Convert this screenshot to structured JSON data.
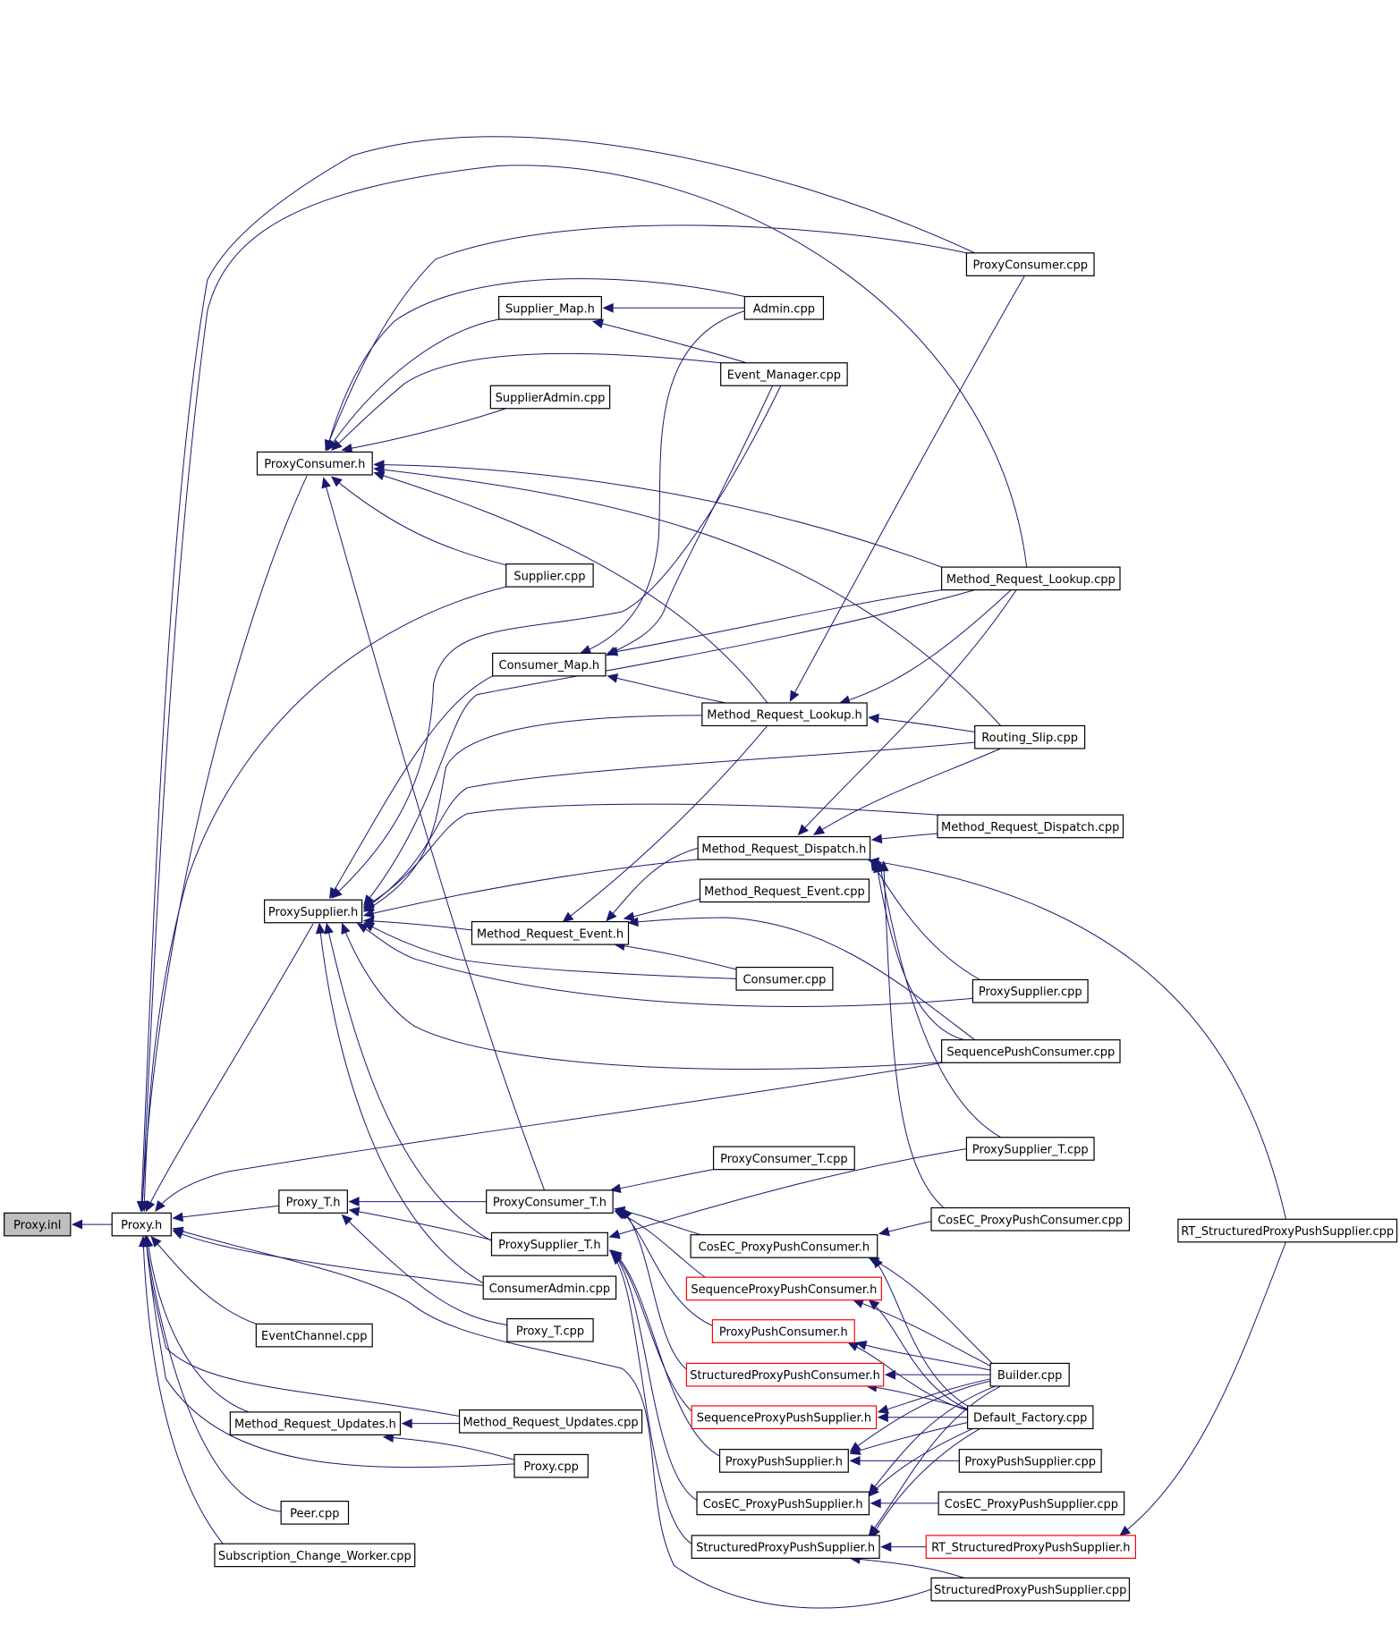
{
  "diagram": {
    "title": "",
    "node_labels": {
      "proxy_inl": "Proxy.inl",
      "proxy_h": "Proxy.h",
      "proxyconsumer_h": "ProxyConsumer.h",
      "proxysupplier_h": "ProxySupplier.h",
      "proxy_t_h": "Proxy_T.h",
      "eventchannel_cpp": "EventChannel.cpp",
      "mru_h": "Method_Request_Updates.h",
      "peer_cpp": "Peer.cpp",
      "scw_cpp": "Subscription_Change_Worker.cpp",
      "supplier_map_h": "Supplier_Map.h",
      "supplieradmin_cpp": "SupplierAdmin.cpp",
      "supplier_cpp": "Supplier.cpp",
      "consumer_map_h": "Consumer_Map.h",
      "mre_h": "Method_Request_Event.h",
      "proxyconsumer_t_h": "ProxyConsumer_T.h",
      "proxysupplier_t_h": "ProxySupplier_T.h",
      "consumeradmin_cpp": "ConsumerAdmin.cpp",
      "proxy_t_cpp": "Proxy_T.cpp",
      "mru_cpp": "Method_Request_Updates.cpp",
      "proxy_cpp": "Proxy.cpp",
      "admin_cpp": "Admin.cpp",
      "event_manager_cpp": "Event_Manager.cpp",
      "mrl_h": "Method_Request_Lookup.h",
      "mrd_h": "Method_Request_Dispatch.h",
      "mre_cpp": "Method_Request_Event.cpp",
      "consumer_cpp": "Consumer.cpp",
      "proxyconsumer_t_cpp": "ProxyConsumer_T.cpp",
      "cos_ppc_h": "CosEC_ProxyPushConsumer.h",
      "seq_ppc_h": "SequenceProxyPushConsumer.h",
      "ppc_h": "ProxyPushConsumer.h",
      "str_ppc_h": "StructuredProxyPushConsumer.h",
      "seq_pps_h": "SequenceProxyPushSupplier.h",
      "pps_h": "ProxyPushSupplier.h",
      "cos_pps_h": "CosEC_ProxyPushSupplier.h",
      "str_pps_h": "StructuredProxyPushSupplier.h",
      "proxyconsumer_cpp": "ProxyConsumer.cpp",
      "mrl_cpp": "Method_Request_Lookup.cpp",
      "routing_slip_cpp": "Routing_Slip.cpp",
      "mrd_cpp": "Method_Request_Dispatch.cpp",
      "proxysupplier_cpp": "ProxySupplier.cpp",
      "seqpushconsumer_cpp": "SequencePushConsumer.cpp",
      "proxysupplier_t_cpp": "ProxySupplier_T.cpp",
      "cos_ppc_cpp": "CosEC_ProxyPushConsumer.cpp",
      "builder_cpp": "Builder.cpp",
      "default_factory_cpp": "Default_Factory.cpp",
      "pps_cpp": "ProxyPushSupplier.cpp",
      "cos_pps_cpp": "CosEC_ProxyPushSupplier.cpp",
      "rt_str_pps_h": "RT_StructuredProxyPushSupplier.h",
      "str_pps_cpp": "StructuredProxyPushSupplier.cpp",
      "rt_str_pps_cpp": "RT_StructuredProxyPushSupplier.cpp"
    },
    "highlighted_node": "proxy_inl",
    "red_outlined_nodes": [
      "seq_ppc_h",
      "ppc_h",
      "str_ppc_h",
      "seq_pps_h",
      "rt_str_pps_h"
    ],
    "edge_color": "#191970",
    "edges": [
      [
        "proxy_h",
        "proxy_inl"
      ],
      [
        "proxyconsumer_h",
        "proxy_h"
      ],
      [
        "proxysupplier_h",
        "proxy_h"
      ],
      [
        "proxy_t_h",
        "proxy_h"
      ],
      [
        "eventchannel_cpp",
        "proxy_h"
      ],
      [
        "mru_h",
        "proxy_h"
      ],
      [
        "peer_cpp",
        "proxy_h"
      ],
      [
        "scw_cpp",
        "proxy_h"
      ],
      [
        "consumeradmin_cpp",
        "proxy_h"
      ],
      [
        "mru_cpp",
        "proxy_h"
      ],
      [
        "proxy_cpp",
        "proxy_h"
      ],
      [
        "proxyconsumer_cpp",
        "proxy_h"
      ],
      [
        "mrl_cpp",
        "proxy_h"
      ],
      [
        "seqpushconsumer_cpp",
        "proxy_h"
      ],
      [
        "str_pps_cpp",
        "proxy_h"
      ],
      [
        "supplier_cpp",
        "proxy_h"
      ],
      [
        "supplier_map_h",
        "proxyconsumer_h"
      ],
      [
        "supplieradmin_cpp",
        "proxyconsumer_h"
      ],
      [
        "supplier_cpp",
        "proxyconsumer_h"
      ],
      [
        "admin_cpp",
        "proxyconsumer_h"
      ],
      [
        "event_manager_cpp",
        "proxyconsumer_h"
      ],
      [
        "proxyconsumer_cpp",
        "proxyconsumer_h"
      ],
      [
        "mrl_cpp",
        "proxyconsumer_h"
      ],
      [
        "routing_slip_cpp",
        "proxyconsumer_h"
      ],
      [
        "mrl_h",
        "proxyconsumer_h"
      ],
      [
        "proxyconsumer_t_h",
        "proxyconsumer_h"
      ],
      [
        "consumer_map_h",
        "proxysupplier_h"
      ],
      [
        "mre_h",
        "proxysupplier_h"
      ],
      [
        "mrl_h",
        "proxysupplier_h"
      ],
      [
        "mrd_h",
        "proxysupplier_h"
      ],
      [
        "consumer_cpp",
        "proxysupplier_h"
      ],
      [
        "proxysupplier_cpp",
        "proxysupplier_h"
      ],
      [
        "seqpushconsumer_cpp",
        "proxysupplier_h"
      ],
      [
        "routing_slip_cpp",
        "proxysupplier_h"
      ],
      [
        "mrd_cpp",
        "proxysupplier_h"
      ],
      [
        "mrl_cpp",
        "proxysupplier_h"
      ],
      [
        "proxysupplier_t_h",
        "proxysupplier_h"
      ],
      [
        "consumeradmin_cpp",
        "proxysupplier_h"
      ],
      [
        "event_manager_cpp",
        "proxysupplier_h"
      ],
      [
        "proxyconsumer_t_h",
        "proxy_t_h"
      ],
      [
        "proxysupplier_t_h",
        "proxy_t_h"
      ],
      [
        "proxy_t_cpp",
        "proxy_t_h"
      ],
      [
        "mru_cpp",
        "mru_h"
      ],
      [
        "proxy_cpp",
        "mru_h"
      ],
      [
        "admin_cpp",
        "supplier_map_h"
      ],
      [
        "event_manager_cpp",
        "supplier_map_h"
      ],
      [
        "admin_cpp",
        "consumer_map_h"
      ],
      [
        "event_manager_cpp",
        "consumer_map_h"
      ],
      [
        "mrl_cpp",
        "consumer_map_h"
      ],
      [
        "mrl_h",
        "consumer_map_h"
      ],
      [
        "proxyconsumer_cpp",
        "mrl_h"
      ],
      [
        "mrl_cpp",
        "mrl_h"
      ],
      [
        "routing_slip_cpp",
        "mrl_h"
      ],
      [
        "mrd_cpp",
        "mrd_h"
      ],
      [
        "mrl_cpp",
        "mrd_h"
      ],
      [
        "routing_slip_cpp",
        "mrd_h"
      ],
      [
        "proxysupplier_cpp",
        "mrd_h"
      ],
      [
        "seqpushconsumer_cpp",
        "mrd_h"
      ],
      [
        "proxysupplier_t_cpp",
        "mrd_h"
      ],
      [
        "cos_ppc_cpp",
        "mrd_h"
      ],
      [
        "rt_str_pps_cpp",
        "mrd_h"
      ],
      [
        "mrd_h",
        "mre_h"
      ],
      [
        "mre_cpp",
        "mre_h"
      ],
      [
        "consumer_cpp",
        "mre_h"
      ],
      [
        "mrl_h",
        "mre_h"
      ],
      [
        "seqpushconsumer_cpp",
        "mre_h"
      ],
      [
        "mrl_h",
        "mrl_h_src"
      ],
      [
        "proxyconsumer_t_cpp",
        "proxyconsumer_t_h"
      ],
      [
        "cos_ppc_h",
        "proxyconsumer_t_h"
      ],
      [
        "seq_ppc_h",
        "proxyconsumer_t_h"
      ],
      [
        "ppc_h",
        "proxyconsumer_t_h"
      ],
      [
        "str_ppc_h",
        "proxyconsumer_t_h"
      ],
      [
        "proxysupplier_t_cpp",
        "proxysupplier_t_h"
      ],
      [
        "seq_pps_h",
        "proxysupplier_t_h"
      ],
      [
        "pps_h",
        "proxysupplier_t_h"
      ],
      [
        "cos_pps_h",
        "proxysupplier_t_h"
      ],
      [
        "str_pps_h",
        "proxysupplier_t_h"
      ],
      [
        "cos_ppc_cpp",
        "cos_ppc_h"
      ],
      [
        "builder_cpp",
        "cos_ppc_h"
      ],
      [
        "default_factory_cpp",
        "cos_ppc_h"
      ],
      [
        "builder_cpp",
        "seq_ppc_h"
      ],
      [
        "default_factory_cpp",
        "seq_ppc_h"
      ],
      [
        "builder_cpp",
        "ppc_h"
      ],
      [
        "default_factory_cpp",
        "ppc_h"
      ],
      [
        "builder_cpp",
        "str_ppc_h"
      ],
      [
        "default_factory_cpp",
        "str_ppc_h"
      ],
      [
        "builder_cpp",
        "seq_pps_h"
      ],
      [
        "default_factory_cpp",
        "seq_pps_h"
      ],
      [
        "builder_cpp",
        "pps_h"
      ],
      [
        "default_factory_cpp",
        "pps_h"
      ],
      [
        "pps_cpp",
        "pps_h"
      ],
      [
        "builder_cpp",
        "cos_pps_h"
      ],
      [
        "default_factory_cpp",
        "cos_pps_h"
      ],
      [
        "cos_pps_cpp",
        "cos_pps_h"
      ],
      [
        "builder_cpp",
        "str_pps_h"
      ],
      [
        "default_factory_cpp",
        "str_pps_h"
      ],
      [
        "rt_str_pps_h",
        "str_pps_h"
      ],
      [
        "str_pps_cpp",
        "str_pps_h"
      ],
      [
        "rt_str_pps_cpp",
        "rt_str_pps_h"
      ]
    ]
  }
}
